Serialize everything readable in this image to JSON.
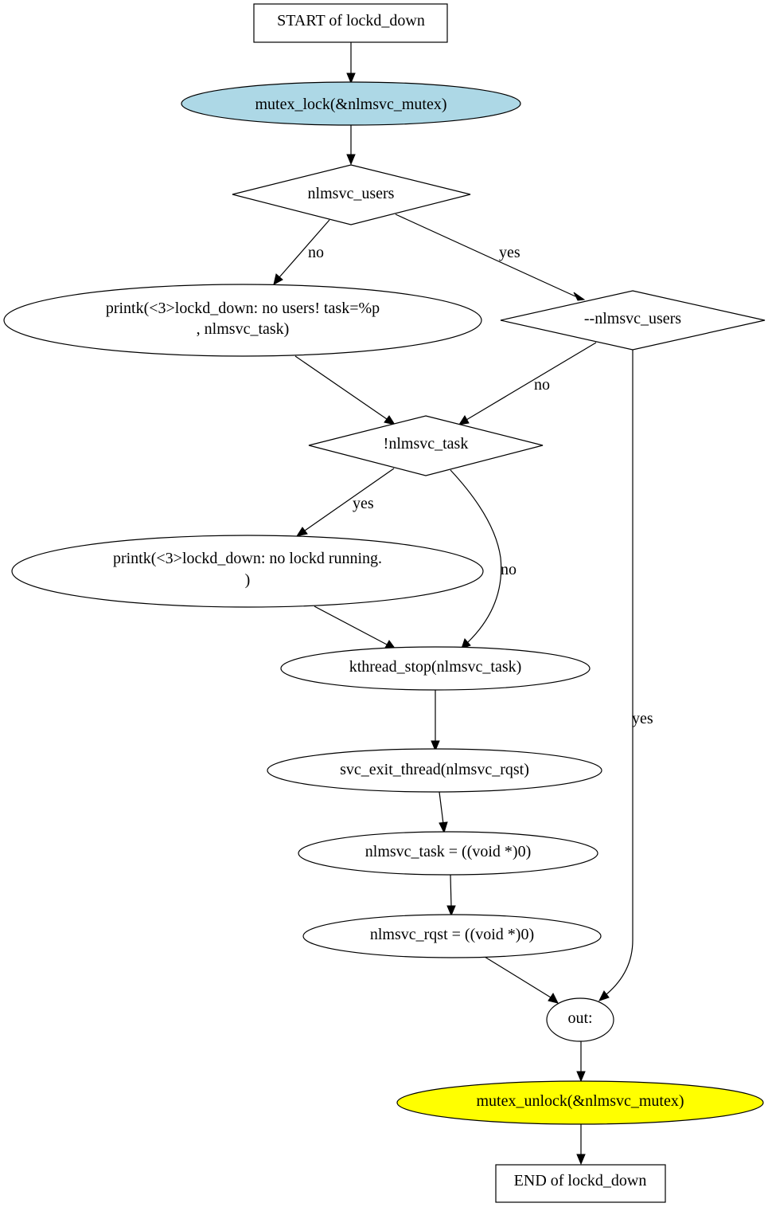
{
  "nodes": {
    "start": {
      "label": "START of lockd_down",
      "shape": "box"
    },
    "mutex_lock": {
      "label": "mutex_lock(&nlmsvc_mutex)",
      "shape": "ellipse",
      "fill": "#add8e6"
    },
    "cond_users": {
      "label": "nlmsvc_users",
      "shape": "diamond"
    },
    "printk_no_users": {
      "lines": [
        "printk(<3>lockd_down: no users! task=%p",
        ", nlmsvc_task)"
      ],
      "shape": "ellipse"
    },
    "dec_users": {
      "label": "--nlmsvc_users",
      "shape": "diamond"
    },
    "cond_task": {
      "label": "!nlmsvc_task",
      "shape": "diamond"
    },
    "printk_no_lockd": {
      "lines": [
        "printk(<3>lockd_down: no lockd running.",
        ")"
      ],
      "shape": "ellipse"
    },
    "kthread_stop": {
      "label": "kthread_stop(nlmsvc_task)",
      "shape": "ellipse"
    },
    "svc_exit": {
      "label": "svc_exit_thread(nlmsvc_rqst)",
      "shape": "ellipse"
    },
    "task_null": {
      "label": "nlmsvc_task = ((void *)0)",
      "shape": "ellipse"
    },
    "rqst_null": {
      "label": "nlmsvc_rqst = ((void *)0)",
      "shape": "ellipse"
    },
    "out": {
      "label": "out:",
      "shape": "ellipse"
    },
    "mutex_unlock": {
      "label": "mutex_unlock(&nlmsvc_mutex)",
      "shape": "ellipse",
      "fill": "#ffff00"
    },
    "end": {
      "label": "END of lockd_down",
      "shape": "box"
    }
  },
  "edges": [
    {
      "from": "start",
      "to": "mutex_lock",
      "label": ""
    },
    {
      "from": "mutex_lock",
      "to": "cond_users",
      "label": ""
    },
    {
      "from": "cond_users",
      "to": "printk_no_users",
      "label": "no"
    },
    {
      "from": "cond_users",
      "to": "dec_users",
      "label": "yes"
    },
    {
      "from": "printk_no_users",
      "to": "cond_task",
      "label": ""
    },
    {
      "from": "dec_users",
      "to": "cond_task",
      "label": "no"
    },
    {
      "from": "dec_users",
      "to": "out",
      "label": "yes"
    },
    {
      "from": "cond_task",
      "to": "printk_no_lockd",
      "label": "yes"
    },
    {
      "from": "cond_task",
      "to": "kthread_stop",
      "label": "no"
    },
    {
      "from": "printk_no_lockd",
      "to": "kthread_stop",
      "label": ""
    },
    {
      "from": "kthread_stop",
      "to": "svc_exit",
      "label": ""
    },
    {
      "from": "svc_exit",
      "to": "task_null",
      "label": ""
    },
    {
      "from": "task_null",
      "to": "rqst_null",
      "label": ""
    },
    {
      "from": "rqst_null",
      "to": "out",
      "label": ""
    },
    {
      "from": "out",
      "to": "mutex_unlock",
      "label": ""
    },
    {
      "from": "mutex_unlock",
      "to": "end",
      "label": ""
    }
  ]
}
